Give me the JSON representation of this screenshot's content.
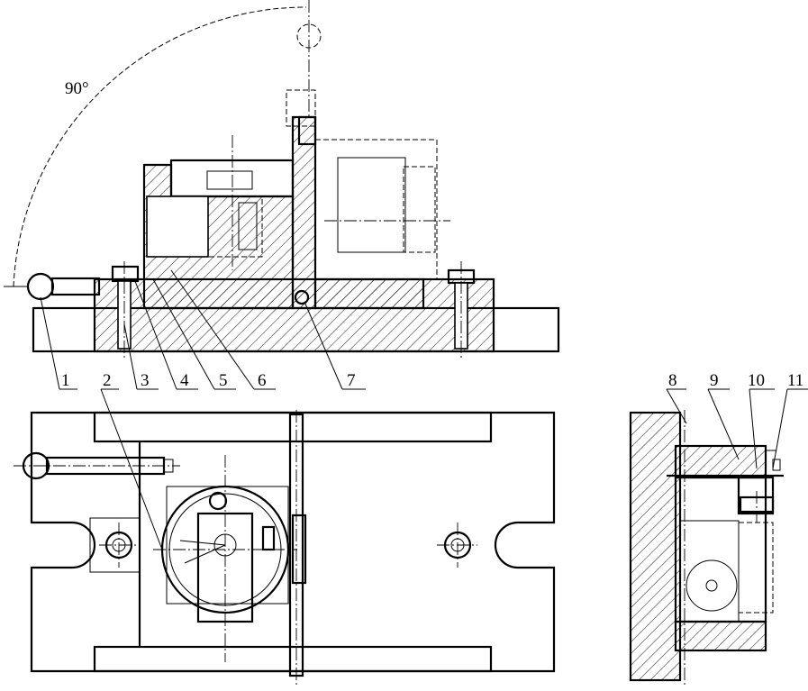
{
  "drawing": {
    "angle_label": "90°",
    "part_numbers": [
      "1",
      "2",
      "3",
      "4",
      "5",
      "6",
      "7",
      "8",
      "9",
      "10",
      "11"
    ]
  }
}
